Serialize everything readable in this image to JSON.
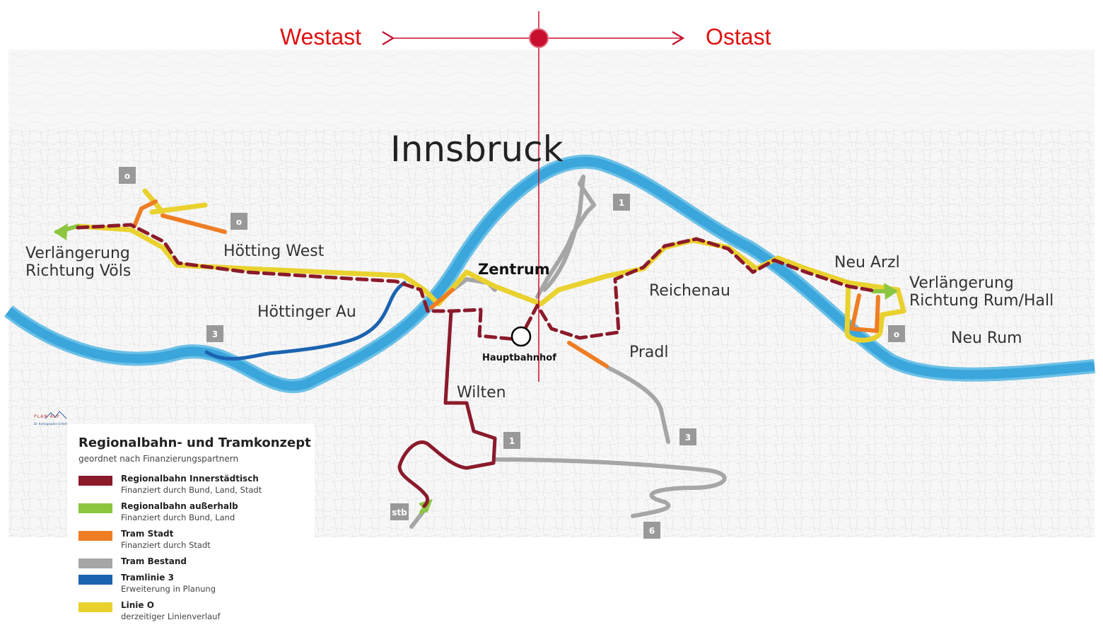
{
  "header": {
    "west_label": "Westast",
    "east_label": "Ostast"
  },
  "city_title": "Innsbruck",
  "places": {
    "zentrum": "Zentrum",
    "hauptbahnhof": "Hauptbahnhof",
    "hoetting_west": "Hötting West",
    "hoettinger_au": "Höttinger Au",
    "wilten": "Wilten",
    "reichenau": "Reichenau",
    "pradl": "Pradl",
    "neu_arzl": "Neu Arzl",
    "neu_rum": "Neu Rum",
    "west_ext_line1": "Verlängerung",
    "west_ext_line2": "Richtung Völs",
    "east_ext_line1": "Verlängerung",
    "east_ext_line2": "Richtung Rum/Hall"
  },
  "badges": {
    "o_left_top": "o",
    "o_left": "o",
    "o_right": "o",
    "line1_top": "1",
    "line1_bottom": "1",
    "line3_left": "3",
    "line3_right": "3",
    "line6": "6",
    "stb": "stb"
  },
  "logo": {
    "text": "PLAN ALP",
    "subtext": "Dr. Kartographie GmbH"
  },
  "legend": {
    "title": "Regionalbahn- und Tramkonzept",
    "subtitle": "geordnet nach Finanzierungspartnern",
    "items": [
      {
        "name": "Regionalbahn Innerstädtisch",
        "desc": "Finanziert durch Bund, Land, Stadt",
        "color": "#8b1a2b"
      },
      {
        "name": "Regionalbahn außerhalb",
        "desc": "Finanziert durch Bund, Land",
        "color": "#8cc63f"
      },
      {
        "name": "Tram Stadt",
        "desc": "Finanziert durch Stadt",
        "color": "#ee7d24"
      },
      {
        "name": "Tram Bestand",
        "desc": "",
        "color": "#a6a6a6"
      },
      {
        "name": "Tramlinie 3",
        "desc": "Erweiterung in Planung",
        "color": "#1b63b0"
      },
      {
        "name": "Linie O",
        "desc": "derzeitiger Linienverlauf",
        "color": "#e9d22e"
      }
    ]
  },
  "colors": {
    "river": "#3aa6dc",
    "river_edge": "#6cc0e6",
    "divider": "#c8102e",
    "regional_inner": "#8b1a2b",
    "regional_outer": "#8cc63f",
    "tram_city": "#ee7d24",
    "tram_existing": "#a6a6a6",
    "tram_3": "#1b63b0",
    "line_o": "#e9d22e"
  }
}
